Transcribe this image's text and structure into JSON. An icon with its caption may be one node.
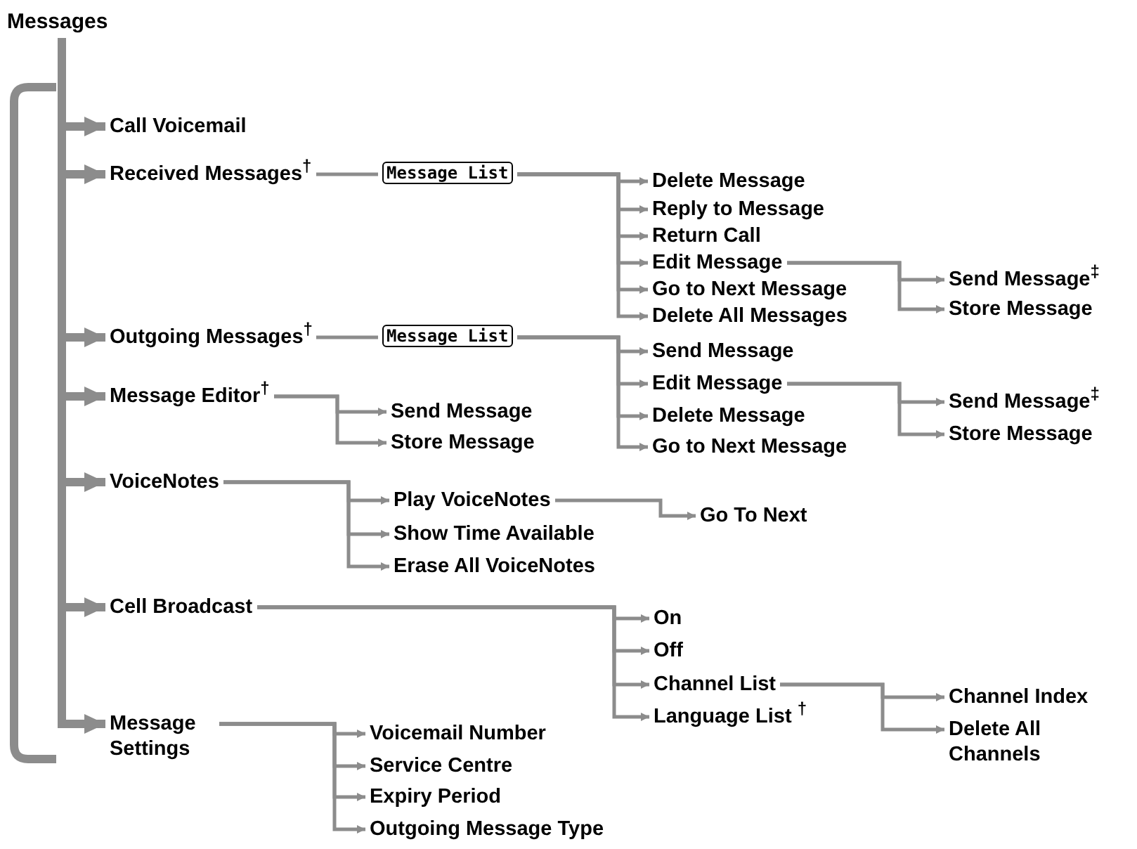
{
  "diagram": {
    "nodes": [
      {
        "text": [
          "Messages"
        ]
      },
      {
        "text": [
          "Call Voicemail"
        ]
      },
      {
        "text": [
          "Received Messages$^{†}$"
        ]
      },
      {
        "text": [
          "Message List"
        ]
      },
      {
        "text": [
          "Delete Message"
        ]
      },
      {
        "text": [
          "Reply to Message"
        ]
      },
      {
        "text": [
          "Return Call"
        ]
      },
      {
        "text": [
          "Edit Message"
        ]
      },
      {
        "text": [
          "Go to Next Message"
        ]
      },
      {
        "text": [
          "Delete All Messages"
        ]
      },
      {
        "text": [
          "Send Message$^{‡}$"
        ]
      },
      {
        "text": [
          "Store Message"
        ]
      },
      {
        "text": [
          "Outgoing Messages$^{†}$"
        ]
      },
      {
        "text": [
          "Message List"
        ]
      },
      {
        "text": [
          "Send Message"
        ]
      },
      {
        "text": [
          "Edit Message"
        ]
      },
      {
        "text": [
          "Delete Message"
        ]
      },
      {
        "text": [
          "Go to Next Message"
        ]
      },
      {
        "text": [
          "Send Message$^{‡}$"
        ]
      },
      {
        "text": [
          "Store Message"
        ]
      },
      {
        "text": [
          "Message Editor$^{†}$"
        ]
      },
      {
        "text": [
          "Send Message"
        ]
      },
      {
        "text": [
          "Store Message"
        ]
      },
      {
        "text": [
          "VoiceNotes"
        ]
      },
      {
        "text": [
          "Play VoiceNotes"
        ]
      },
      {
        "text": [
          "Show Time Available"
        ]
      },
      {
        "text": [
          "Erase All VoiceNotes"
        ]
      },
      {
        "text": [
          "Go To Next"
        ]
      },
      {
        "text": [
          "Cell Broadcast"
        ]
      },
      {
        "text": [
          "On"
        ]
      },
      {
        "text": [
          "Off"
        ]
      },
      {
        "text": [
          "Channel List"
        ]
      },
      {
        "text": [
          "Language List $^{†}$"
        ]
      },
      {
        "text": [
          "Channel Index"
        ]
      },
      {
        "text": [
          "Delete All Channels"
        ]
      },
      {
        "text": [
          "Message Settings"
        ]
      },
      {
        "text": [
          "Voicemail Number"
        ]
      },
      {
        "text": [
          "Service Centre"
        ]
      },
      {
        "text": [
          "Expiry Period"
        ]
      },
      {
        "text": [
          "Outgoing Message Type"
        ]
      }
    ],
    "edges": [
      {
        "from": 0,
        "to": 1,
        "arrow": "to",
        "style": "thick"
      },
      {
        "from": 0,
        "to": 2,
        "arrow": "to",
        "style": "thick"
      },
      {
        "from": 2,
        "to": 3,
        "arrow": "none"
      },
      {
        "from": 3,
        "to": 4,
        "arrow": "to"
      },
      {
        "from": 3,
        "to": 5,
        "arrow": "to"
      },
      {
        "from": 3,
        "to": 6,
        "arrow": "to"
      },
      {
        "from": 3,
        "to": 7,
        "arrow": "to"
      },
      {
        "from": 3,
        "to": 8,
        "arrow": "to"
      },
      {
        "from": 3,
        "to": 9,
        "arrow": "to"
      },
      {
        "from": 7,
        "to": 10,
        "arrow": "to"
      },
      {
        "from": 7,
        "to": 11,
        "arrow": "to"
      },
      {
        "from": 0,
        "to": 12,
        "arrow": "to",
        "style": "thick"
      },
      {
        "from": 12,
        "to": 13,
        "arrow": "none"
      },
      {
        "from": 13,
        "to": 14,
        "arrow": "to"
      },
      {
        "from": 13,
        "to": 15,
        "arrow": "to"
      },
      {
        "from": 13,
        "to": 16,
        "arrow": "to"
      },
      {
        "from": 13,
        "to": 17,
        "arrow": "to"
      },
      {
        "from": 15,
        "to": 18,
        "arrow": "to"
      },
      {
        "from": 15,
        "to": 19,
        "arrow": "to"
      },
      {
        "from": 0,
        "to": 20,
        "arrow": "to",
        "style": "thick"
      },
      {
        "from": 20,
        "to": 21,
        "arrow": "to"
      },
      {
        "from": 20,
        "to": 22,
        "arrow": "to"
      },
      {
        "from": 0,
        "to": 23,
        "arrow": "to",
        "style": "thick"
      },
      {
        "from": 23,
        "to": 24,
        "arrow": "to"
      },
      {
        "from": 23,
        "to": 25,
        "arrow": "to"
      },
      {
        "from": 23,
        "to": 26,
        "arrow": "to"
      },
      {
        "from": 24,
        "to": 27,
        "arrow": "to"
      },
      {
        "from": 0,
        "to": 28,
        "arrow": "to",
        "style": "thick"
      },
      {
        "from": 28,
        "to": 29,
        "arrow": "to"
      },
      {
        "from": 28,
        "to": 30,
        "arrow": "to"
      },
      {
        "from": 28,
        "to": 31,
        "arrow": "to"
      },
      {
        "from": 28,
        "to": 32,
        "arrow": "to"
      },
      {
        "from": 31,
        "to": 33,
        "arrow": "to"
      },
      {
        "from": 31,
        "to": 34,
        "arrow": "to"
      },
      {
        "from": 0,
        "to": 35,
        "arrow": "to",
        "style": "thick"
      },
      {
        "from": 35,
        "to": 36,
        "arrow": "to"
      },
      {
        "from": 35,
        "to": 37,
        "arrow": "to"
      },
      {
        "from": 35,
        "to": 38,
        "arrow": "to"
      },
      {
        "from": 35,
        "to": 39,
        "arrow": "to"
      }
    ]
  }
}
